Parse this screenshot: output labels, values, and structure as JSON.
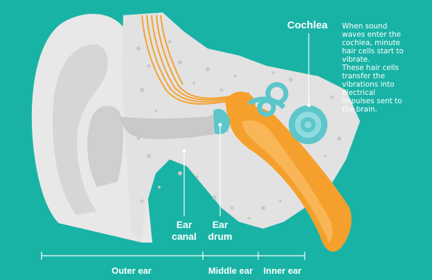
{
  "labels": {
    "cochlea": "Cochlea",
    "ear_canal": [
      "Ear",
      "canal"
    ],
    "ear_drum": [
      "Ear",
      "drum"
    ]
  },
  "description": [
    "When sound",
    "waves enter the",
    "cochlea, minute",
    "hair cells start to",
    "vibrate.",
    "These hair cells",
    "transfer the",
    "vibrations into",
    "electrical",
    "impulses sent to",
    "the brain."
  ],
  "sections": {
    "outer": "Outer ear",
    "middle": "Middle ear",
    "inner": "Inner ear"
  },
  "colors": {
    "background": "#19b3a6",
    "ear_skin": "#e6e6e6",
    "bone": "#d3d3d3",
    "nerve": "#f5a02c",
    "cochlea": "#5cc6cb"
  }
}
